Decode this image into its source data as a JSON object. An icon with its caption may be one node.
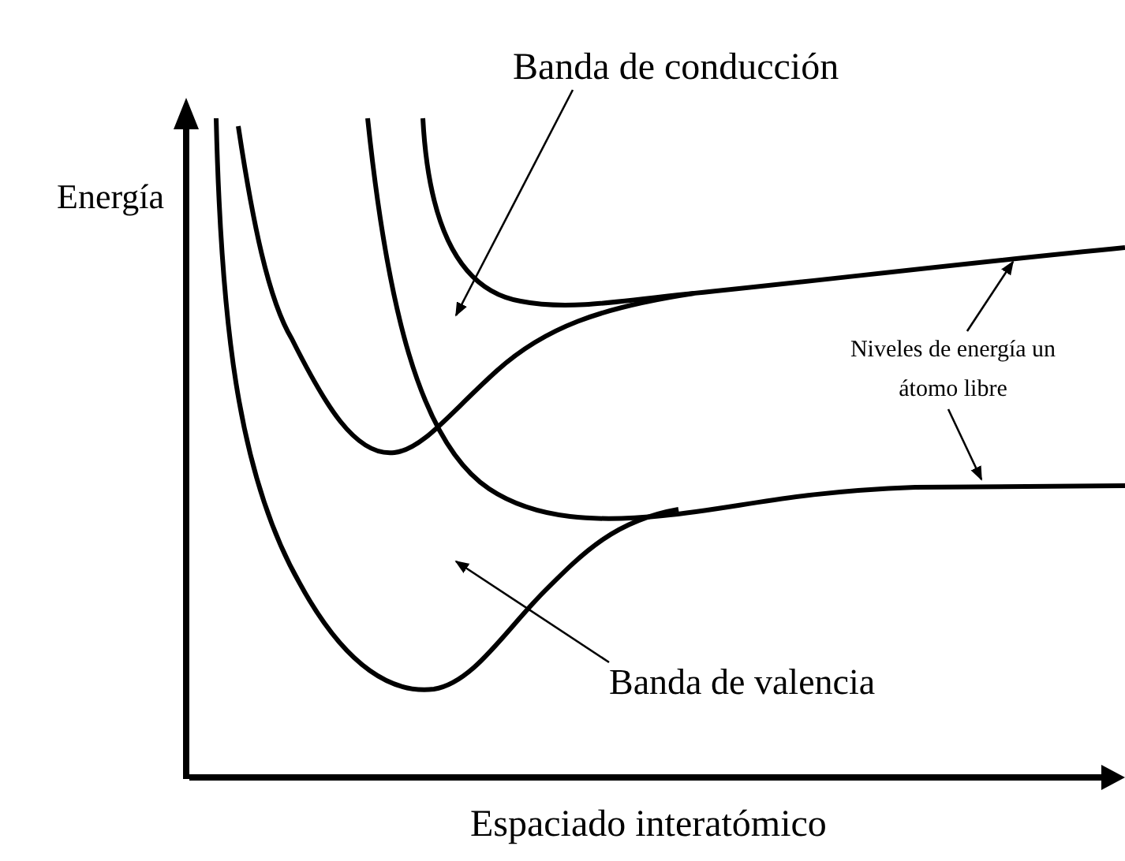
{
  "diagram": {
    "nodes": [
      {
        "text": [
          "Banda de conducción"
        ]
      },
      {
        "text": [
          "Banda de valencia"
        ]
      },
      {
        "text": [
          "Niveles de energía un átomo libre"
        ]
      }
    ],
    "edges": [
      {
        "from": 0,
        "to": null,
        "arrow": "to"
      },
      {
        "from": 1,
        "to": null,
        "arrow": "to"
      },
      {
        "from": 2,
        "to": null,
        "arrow": "to"
      },
      {
        "from": 2,
        "to": null,
        "arrow": "to"
      }
    ],
    "labels": [
      "Energía",
      "Espaciado interatómico"
    ]
  }
}
